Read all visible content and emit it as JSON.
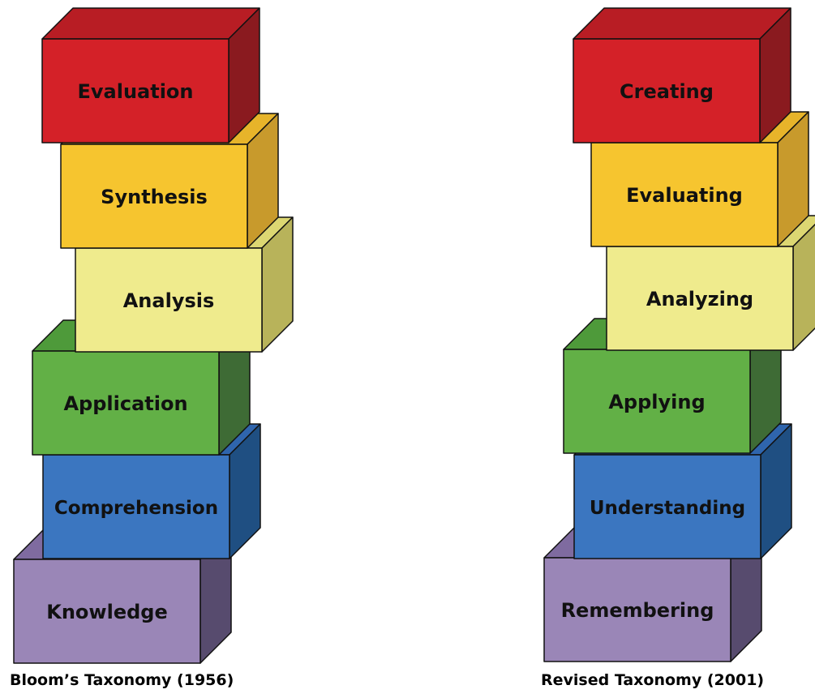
{
  "colors": {
    "evaluation": {
      "front": "#d42128",
      "top": "#b81d24",
      "side": "#8a1a1f"
    },
    "synthesis": {
      "front": "#f6c52f",
      "top": "#e7b42a",
      "side": "#c89a2c"
    },
    "analysis": {
      "front": "#efeb8d",
      "top": "#dcd772",
      "side": "#b8b35a"
    },
    "application": {
      "front": "#62b046",
      "top": "#4e9a3a",
      "side": "#3e6b35"
    },
    "comprehension": {
      "front": "#3b76c0",
      "top": "#2f65ad",
      "side": "#1f4f82"
    },
    "knowledge": {
      "front": "#9a86b7",
      "top": "#7f6ba0",
      "side": "#574b6e"
    }
  },
  "towers": [
    {
      "id": "left",
      "caption": "Bloom’s Taxonomy (1956)",
      "levels": [
        {
          "label": "Evaluation",
          "color": "evaluation"
        },
        {
          "label": "Synthesis",
          "color": "synthesis"
        },
        {
          "label": "Analysis",
          "color": "analysis"
        },
        {
          "label": "Application",
          "color": "application"
        },
        {
          "label": "Comprehension",
          "color": "comprehension"
        },
        {
          "label": "Knowledge",
          "color": "knowledge"
        }
      ]
    },
    {
      "id": "right",
      "caption": "Revised Taxonomy (2001)",
      "levels": [
        {
          "label": "Creating",
          "color": "evaluation"
        },
        {
          "label": "Evaluating",
          "color": "synthesis"
        },
        {
          "label": "Analyzing",
          "color": "analysis"
        },
        {
          "label": "Applying",
          "color": "application"
        },
        {
          "label": "Understanding",
          "color": "comprehension"
        },
        {
          "label": "Remembering",
          "color": "knowledge"
        }
      ]
    }
  ]
}
